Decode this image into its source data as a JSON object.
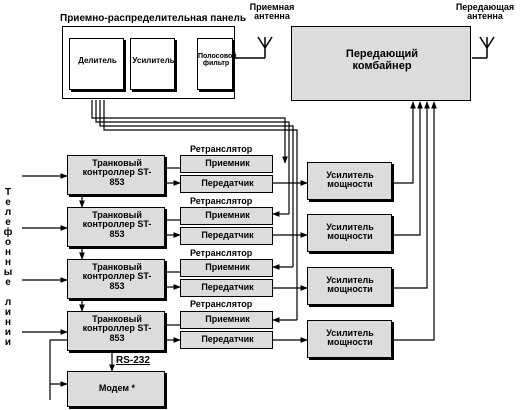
{
  "panel": {
    "title": "Приемно-распределительная панель",
    "divider": "Делитель",
    "amplifier": "Усилитель",
    "filter": "Полосовой фильтр"
  },
  "rx_antenna": "Приемная антенна",
  "tx_antenna": "Передающая антенна",
  "combiner": "Передающий комбайнер",
  "trunk_controller": "Транковый контроллер ST-853",
  "repeater": {
    "title": "Ретранслятор",
    "receiver": "Приемник",
    "transmitter": "Передатчик"
  },
  "power_amp": "Усилитель мощности",
  "phone_lines": "Телефонные линии",
  "rs232": "RS-232",
  "modem": "Модем *"
}
